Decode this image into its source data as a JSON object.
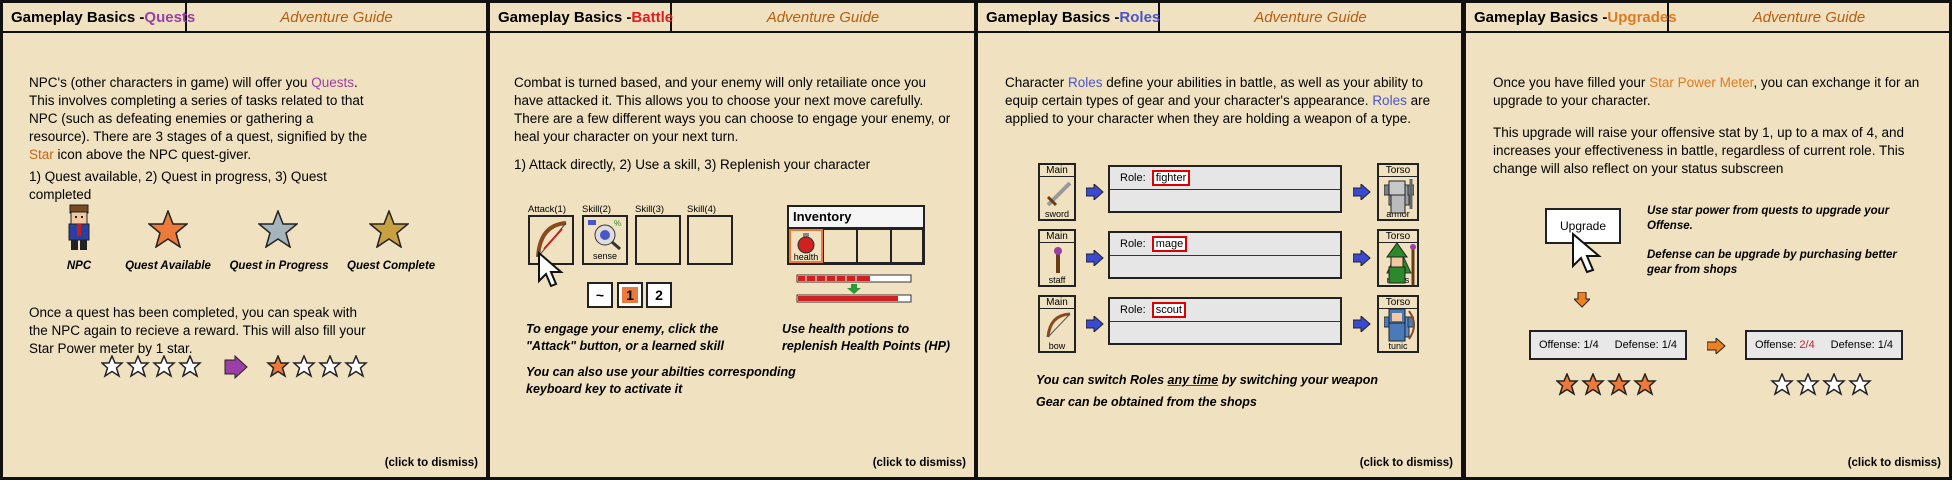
{
  "colors": {
    "quests": "#9b3fa6",
    "battle": "#e02020",
    "roles": "#4a55c8",
    "upgrades": "#e07a20",
    "guide": "#b85d10",
    "star_orange": "#ec7a3a",
    "star_gray": "#a6b4be",
    "star_gold": "#c8a040"
  },
  "footer": {
    "dismiss": "(click to dismiss)"
  },
  "panels": [
    {
      "title_prefix": "Gameplay Basics - ",
      "title_topic": "Quests",
      "guide": "Adventure Guide",
      "para1_a": "NPC's (other characters in game) will offer you ",
      "para1_q": "Quests",
      "para1_b": ". This involves completing a series of tasks related to that NPC (such as defeating enemies or gathering a resource). There are 3 stages of a quest, signified by the ",
      "para1_star": "Star",
      "para1_c": " icon above the NPC quest-giver.",
      "stages": "1) Quest available, 2) Quest in progress, 3) Quest completed",
      "labels": [
        "NPC",
        "Quest Available",
        "Quest in Progress",
        "Quest Complete"
      ],
      "para2": "Once a quest has been completed, you can speak with the NPC again to recieve a reward. This will also fill your Star Power meter by 1 star."
    },
    {
      "title_prefix": "Gameplay Basics - ",
      "title_topic": "Battle",
      "guide": "Adventure Guide",
      "para1": "Combat is turned based, and your enemy will only retailiate once you have attacked it. This allows you to choose your next move carefully. There are a few different ways you can choose to engage your enemy, or heal your character on your next turn.",
      "options": "1) Attack directly, 2) Use a skill, 3) Replenish your character",
      "skills": [
        "Attack(1)",
        "Skill(2)",
        "Skill(3)",
        "Skill(4)"
      ],
      "sense": "sense",
      "keys": [
        "~",
        "1",
        "2"
      ],
      "inventory": "Inventory",
      "health": "health",
      "note1": "To engage your enemy, click the \"Attack\" button, or a learned skill",
      "note2": "Use health potions to replenish Health Points (HP)",
      "note3": "You can also use your abilties corresponding keyboard key to activate it"
    },
    {
      "title_prefix": "Gameplay Basics - ",
      "title_topic": "Roles",
      "guide": "Adventure Guide",
      "para1_a": "Character ",
      "para1_r": "Roles",
      "para1_b": " define your abilities in battle, as well as your ability to equip certain types of gear and your character's appearance. ",
      "para1_r2": "Roles",
      "para1_c": " are applied to your character when they are holding a weapon of a type.",
      "main": "Main",
      "torso": "Torso",
      "role_label": "Role:",
      "rows": [
        {
          "weapon": "sword",
          "role": "fighter",
          "armor": "armor"
        },
        {
          "weapon": "staff",
          "role": "mage",
          "armor": "robes"
        },
        {
          "weapon": "bow",
          "role": "scout",
          "armor": "tunic"
        }
      ],
      "note1_a": "You can switch Roles ",
      "note1_u": "any time",
      "note1_b": " by switching your weapon",
      "note2": "Gear can be obtained from the shops"
    },
    {
      "title_prefix": "Gameplay Basics - ",
      "title_topic": "Upgrades",
      "guide": "Adventure Guide",
      "para1_a": "Once you have filled your ",
      "para1_s": "Star Power Meter",
      "para1_b": ", you can exchange it for an upgrade to your character.",
      "para2": "This upgrade will raise your offensive stat by 1, up to a max of 4, and increases your effectiveness in battle, regardless of current role. This change will also reflect on your status subscreen",
      "upgrade_btn": "Upgrade",
      "note1": "Use star power from quests to upgrade your Offense.",
      "note2": "Defense can be upgrade by purchasing better gear from shops",
      "before": {
        "off_label": "Offense:",
        "off_val": "1/4",
        "def_label": "Defense:",
        "def_val": "1/4"
      },
      "after": {
        "off_label": "Offense:",
        "off_val": "2/4",
        "def_label": "Defense:",
        "def_val": "1/4"
      }
    }
  ]
}
